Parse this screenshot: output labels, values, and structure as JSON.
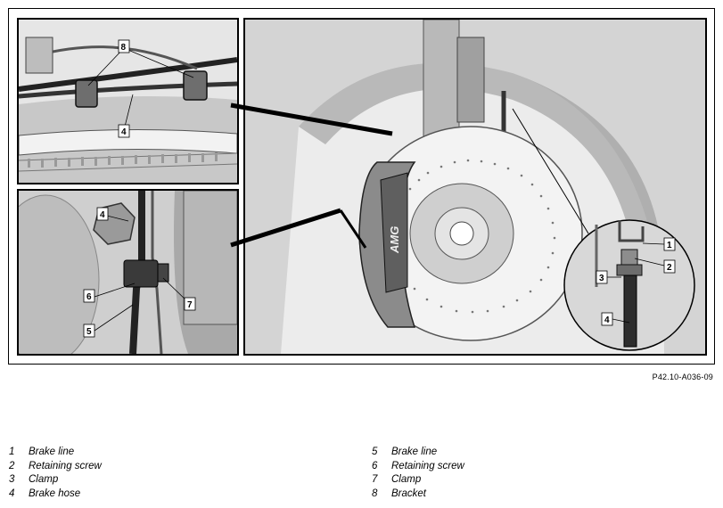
{
  "figure": {
    "reference_code": "P42.10-A036-09",
    "caliper_text": "AMG",
    "callouts": {
      "top_left": [
        "8",
        "4"
      ],
      "middle_left": [
        "4",
        "6",
        "7",
        "5"
      ],
      "inset": [
        "1",
        "2",
        "3",
        "4"
      ]
    }
  },
  "legend": {
    "left": [
      {
        "num": "1",
        "label": "Brake line"
      },
      {
        "num": "2",
        "label": "Retaining screw"
      },
      {
        "num": "3",
        "label": "Clamp"
      },
      {
        "num": "4",
        "label": "Brake hose"
      }
    ],
    "right": [
      {
        "num": "5",
        "label": "Brake line"
      },
      {
        "num": "6",
        "label": "Retaining screw"
      },
      {
        "num": "7",
        "label": "Clamp"
      },
      {
        "num": "8",
        "label": "Bracket"
      }
    ]
  }
}
